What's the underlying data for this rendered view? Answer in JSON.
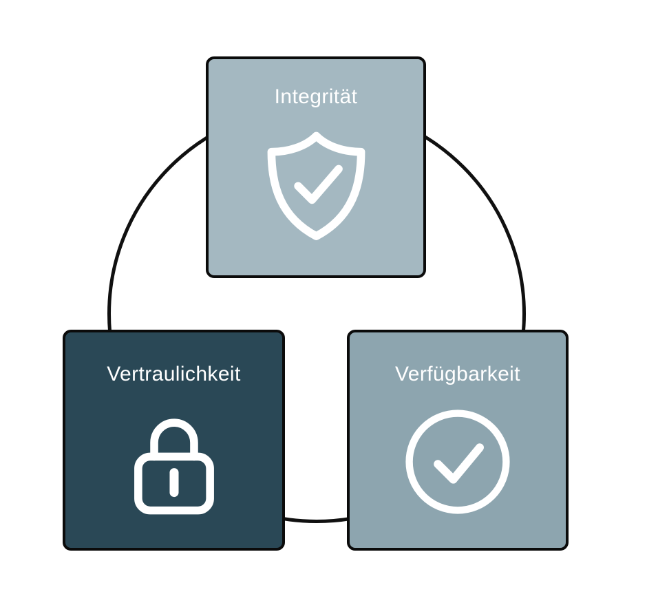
{
  "diagram": {
    "type": "cycle",
    "topic": "CIA triad (information security)",
    "connector": {
      "shape": "circle",
      "stroke_color": "#101010"
    },
    "nodes": [
      {
        "id": "integritaet",
        "label": "Integrität",
        "icon": "shield-check-icon",
        "bg_color": "#a4b8c1",
        "text_color": "#ffffff",
        "position": "top"
      },
      {
        "id": "vertraulichkeit",
        "label": "Vertraulichkeit",
        "icon": "lock-icon",
        "bg_color": "#2a4856",
        "text_color": "#ffffff",
        "position": "bottom-left"
      },
      {
        "id": "verfuegbarkeit",
        "label": "Verfügbarkeit",
        "icon": "circle-check-icon",
        "bg_color": "#8da5af",
        "text_color": "#ffffff",
        "position": "bottom-right"
      }
    ]
  }
}
